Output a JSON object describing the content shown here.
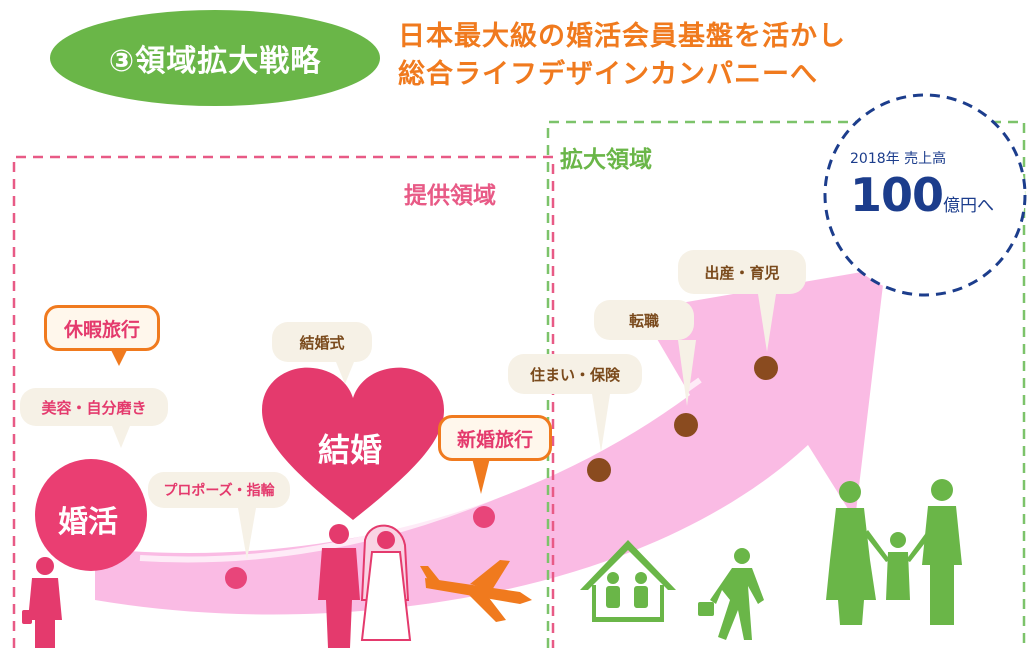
{
  "header": {
    "section_title": "③領域拡大戦略",
    "headline_line1": "日本最大級の婚活会員基盤を活かし",
    "headline_line2": "総合ライフデザインカンパニーへ"
  },
  "zones": {
    "current_label": "提供領域",
    "expanded_label": "拡大領域"
  },
  "target": {
    "caption": "2018年 売上高",
    "value": "100",
    "unit": "億円へ"
  },
  "stages": {
    "konkatsu": "婚活",
    "kekkon": "結婚"
  },
  "bubbles": {
    "vacation": "休暇旅行",
    "beauty": "美容・自分磨き",
    "wedding_ceremony": "結婚式",
    "proposal": "プロポーズ・指輪",
    "honeymoon": "新婚旅行",
    "housing": "住まい・保険",
    "job_change": "転職",
    "childbirth": "出産・育児"
  },
  "colors": {
    "green": "#6ab648",
    "orange": "#f07a1e",
    "pink": "#e43a6d",
    "arrow": "#f9b4e1",
    "brown": "#8a4b1f",
    "navy": "#1c3d8c",
    "zone_pink": "#e85a86",
    "zone_green": "#7cc36a"
  }
}
